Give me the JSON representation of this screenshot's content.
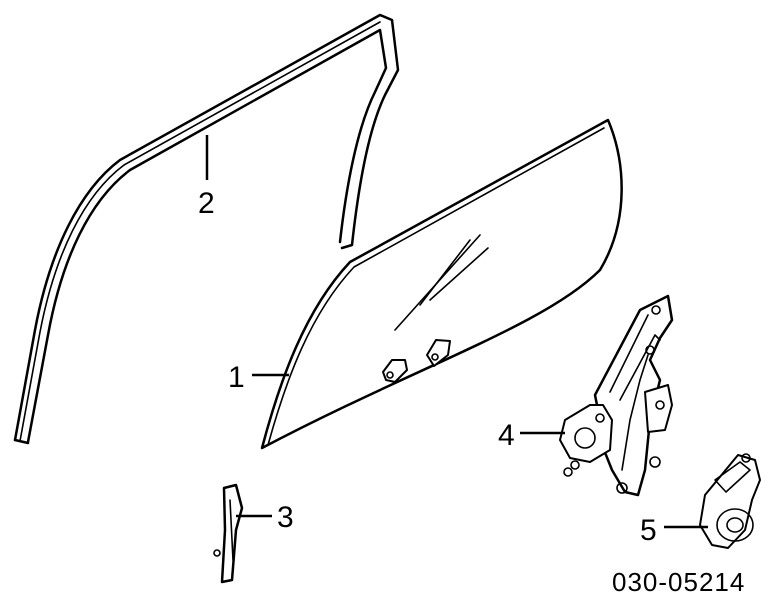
{
  "diagram": {
    "callouts": [
      {
        "id": "1",
        "text": "1"
      },
      {
        "id": "2",
        "text": "2"
      },
      {
        "id": "3",
        "text": "3"
      },
      {
        "id": "4",
        "text": "4"
      },
      {
        "id": "5",
        "text": "5"
      }
    ],
    "reference_code": "030-05214"
  }
}
